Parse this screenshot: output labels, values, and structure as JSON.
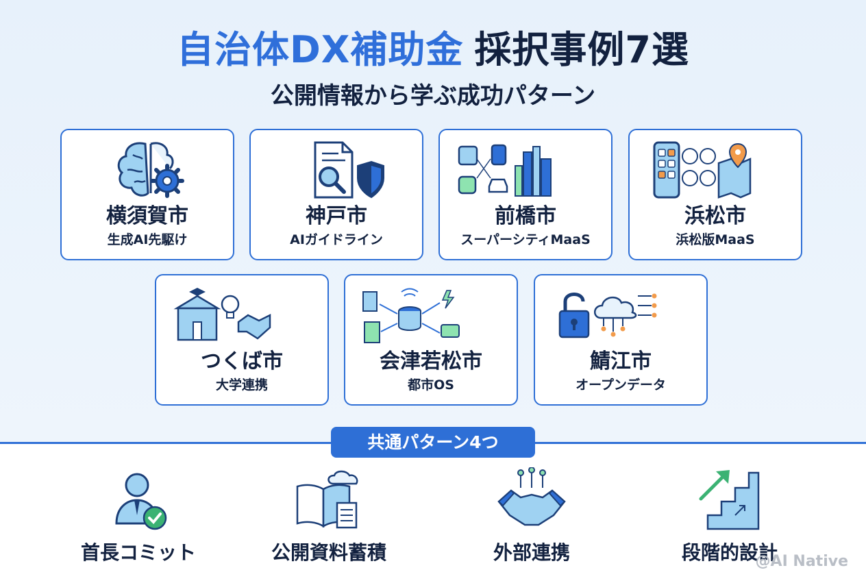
{
  "header": {
    "title_part1": "自治体DX補助金",
    "title_part2": "採択事例7選",
    "subtitle": "公開情報から学ぶ成功パターン"
  },
  "cases": [
    {
      "city": "横須賀市",
      "desc": "生成AI先駆け",
      "icon": "brain-gear-icon"
    },
    {
      "city": "神戸市",
      "desc": "AIガイドライン",
      "icon": "document-search-shield-icon"
    },
    {
      "city": "前橋市",
      "desc": "スーパーシティMaaS",
      "icon": "transit-city-icon"
    },
    {
      "city": "浜松市",
      "desc": "浜松版MaaS",
      "icon": "mobile-app-map-icon"
    },
    {
      "city": "つくば市",
      "desc": "大学連携",
      "icon": "university-idea-handshake-icon"
    },
    {
      "city": "会津若松市",
      "desc": "都市OS",
      "icon": "data-hub-icon"
    },
    {
      "city": "鯖江市",
      "desc": "オープンデータ",
      "icon": "unlock-cloud-icon"
    }
  ],
  "patterns_badge": "共通パターン4つ",
  "patterns": [
    {
      "label": "首長コミット",
      "icon": "leader-check-icon"
    },
    {
      "label": "公開資料蓄積",
      "icon": "book-cloud-icon"
    },
    {
      "label": "外部連携",
      "icon": "handshake-network-icon"
    },
    {
      "label": "段階的設計",
      "icon": "stairs-arrow-icon"
    }
  ],
  "watermark": "@AI Native",
  "colors": {
    "accent": "#2e6fd6",
    "title_accent": "#2f6fda",
    "text": "#12213f",
    "icon_dark": "#1c3f78",
    "icon_light": "#9fd2f2"
  }
}
